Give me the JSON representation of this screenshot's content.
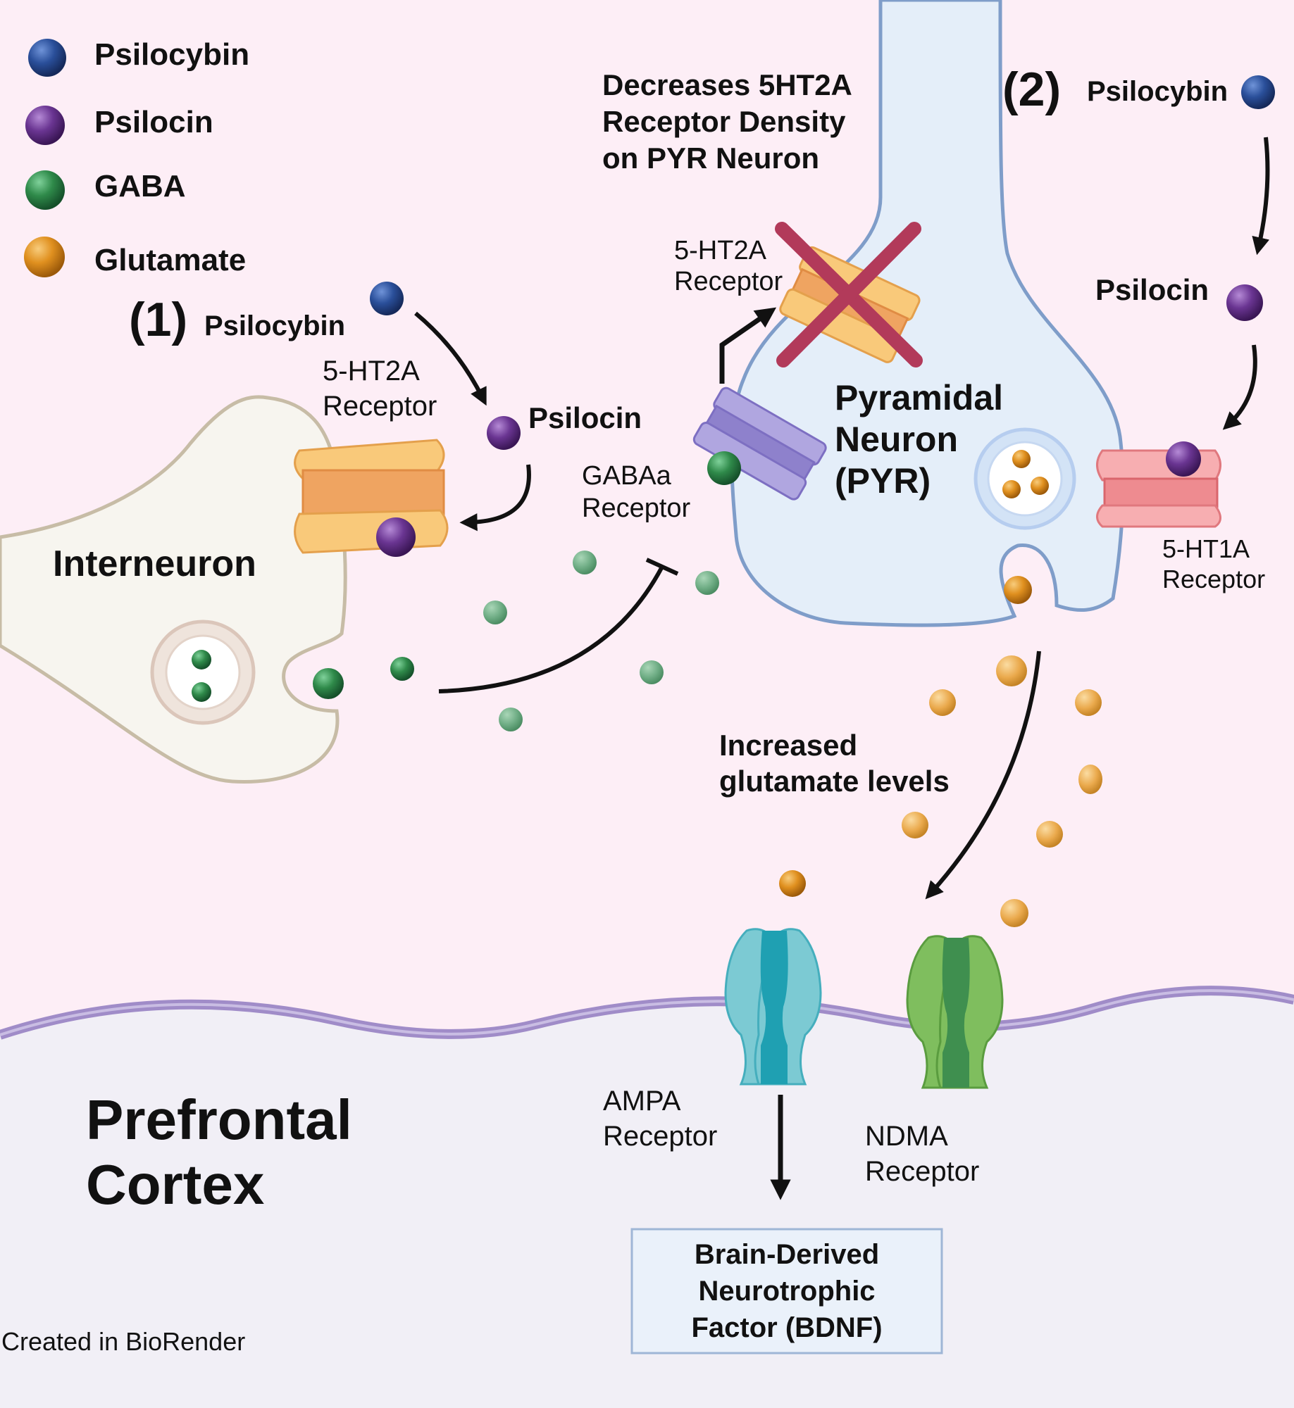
{
  "legend": {
    "psilocybin": "Psilocybin",
    "psilocin": "Psilocin",
    "gaba": "GABA",
    "glutamate": "Glutamate"
  },
  "pathway1": {
    "number": "(1)",
    "psilocybin": "Psilocybin",
    "psilocin": "Psilocin",
    "receptor_line1": "5-HT2A",
    "receptor_line2": "Receptor",
    "cell": "Interneuron"
  },
  "gabaa": {
    "line1": "GABAa",
    "line2": "Receptor"
  },
  "decrease_note": {
    "line1": "Decreases 5HT2A",
    "line2": "Receptor Density",
    "line3": "on PYR Neuron"
  },
  "ht2a_top": {
    "line1": "5-HT2A",
    "line2": "Receptor"
  },
  "pyramidal": {
    "line1": "Pyramidal",
    "line2": "Neuron",
    "line3": "(PYR)"
  },
  "pathway2": {
    "number": "(2)",
    "psilocybin": "Psilocybin",
    "psilocin": "Psilocin",
    "receptor_line1": "5-HT1A",
    "receptor_line2": "Receptor"
  },
  "glutamate_note": {
    "line1": "Increased",
    "line2": "glutamate levels"
  },
  "ampa": {
    "line1": "AMPA",
    "line2": "Receptor"
  },
  "ndma": {
    "line1": "NDMA",
    "line2": "Receptor"
  },
  "region": {
    "line1": "Prefrontal",
    "line2": "Cortex"
  },
  "bdnf": {
    "line1": "Brain-Derived",
    "line2": "Neurotrophic",
    "line3": "Factor (BDNF)"
  },
  "credit": "Created in BioRender",
  "colors": {
    "background": "#fdeef6",
    "lower_region": "#f1eff6",
    "membrane": "#a08cc8",
    "psilocybin": "#2a4f9a",
    "psilocin": "#6a3592",
    "gaba": "#2f8a4a",
    "glutamate": "#e0901f",
    "pyr_fill": "#e4eef9",
    "pyr_stroke": "#7f9dc9",
    "inter_fill": "#f7f5ef",
    "inter_stroke": "#c7bca6",
    "ht2a": "#f6b566",
    "ht1a": "#ee8b90",
    "gabaa": "#8e81cc",
    "ampa": "#4bb6c4",
    "ndma": "#6cab4e",
    "cross": "#b23a5a"
  }
}
